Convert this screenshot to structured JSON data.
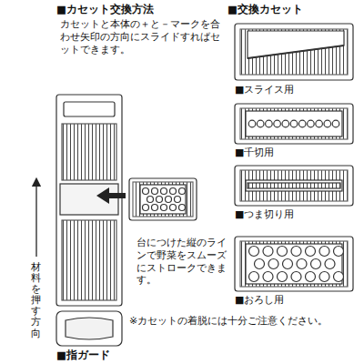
{
  "diagram": {
    "labels": [
      "■カセット交換方法",
      "カセットと本体の＋と－マークを合わせ矢印の方向にスライドすればセットできます。",
      "■交換カセット",
      "■スライス用",
      "■千切用",
      "■つま切り用",
      "■おろし用",
      "台につけた縦のラインで野菜をスムーズにストロークできます。",
      "材料を押す方向",
      "※カセットの着脱には十分ご注意ください。",
      "■指ガード"
    ]
  }
}
